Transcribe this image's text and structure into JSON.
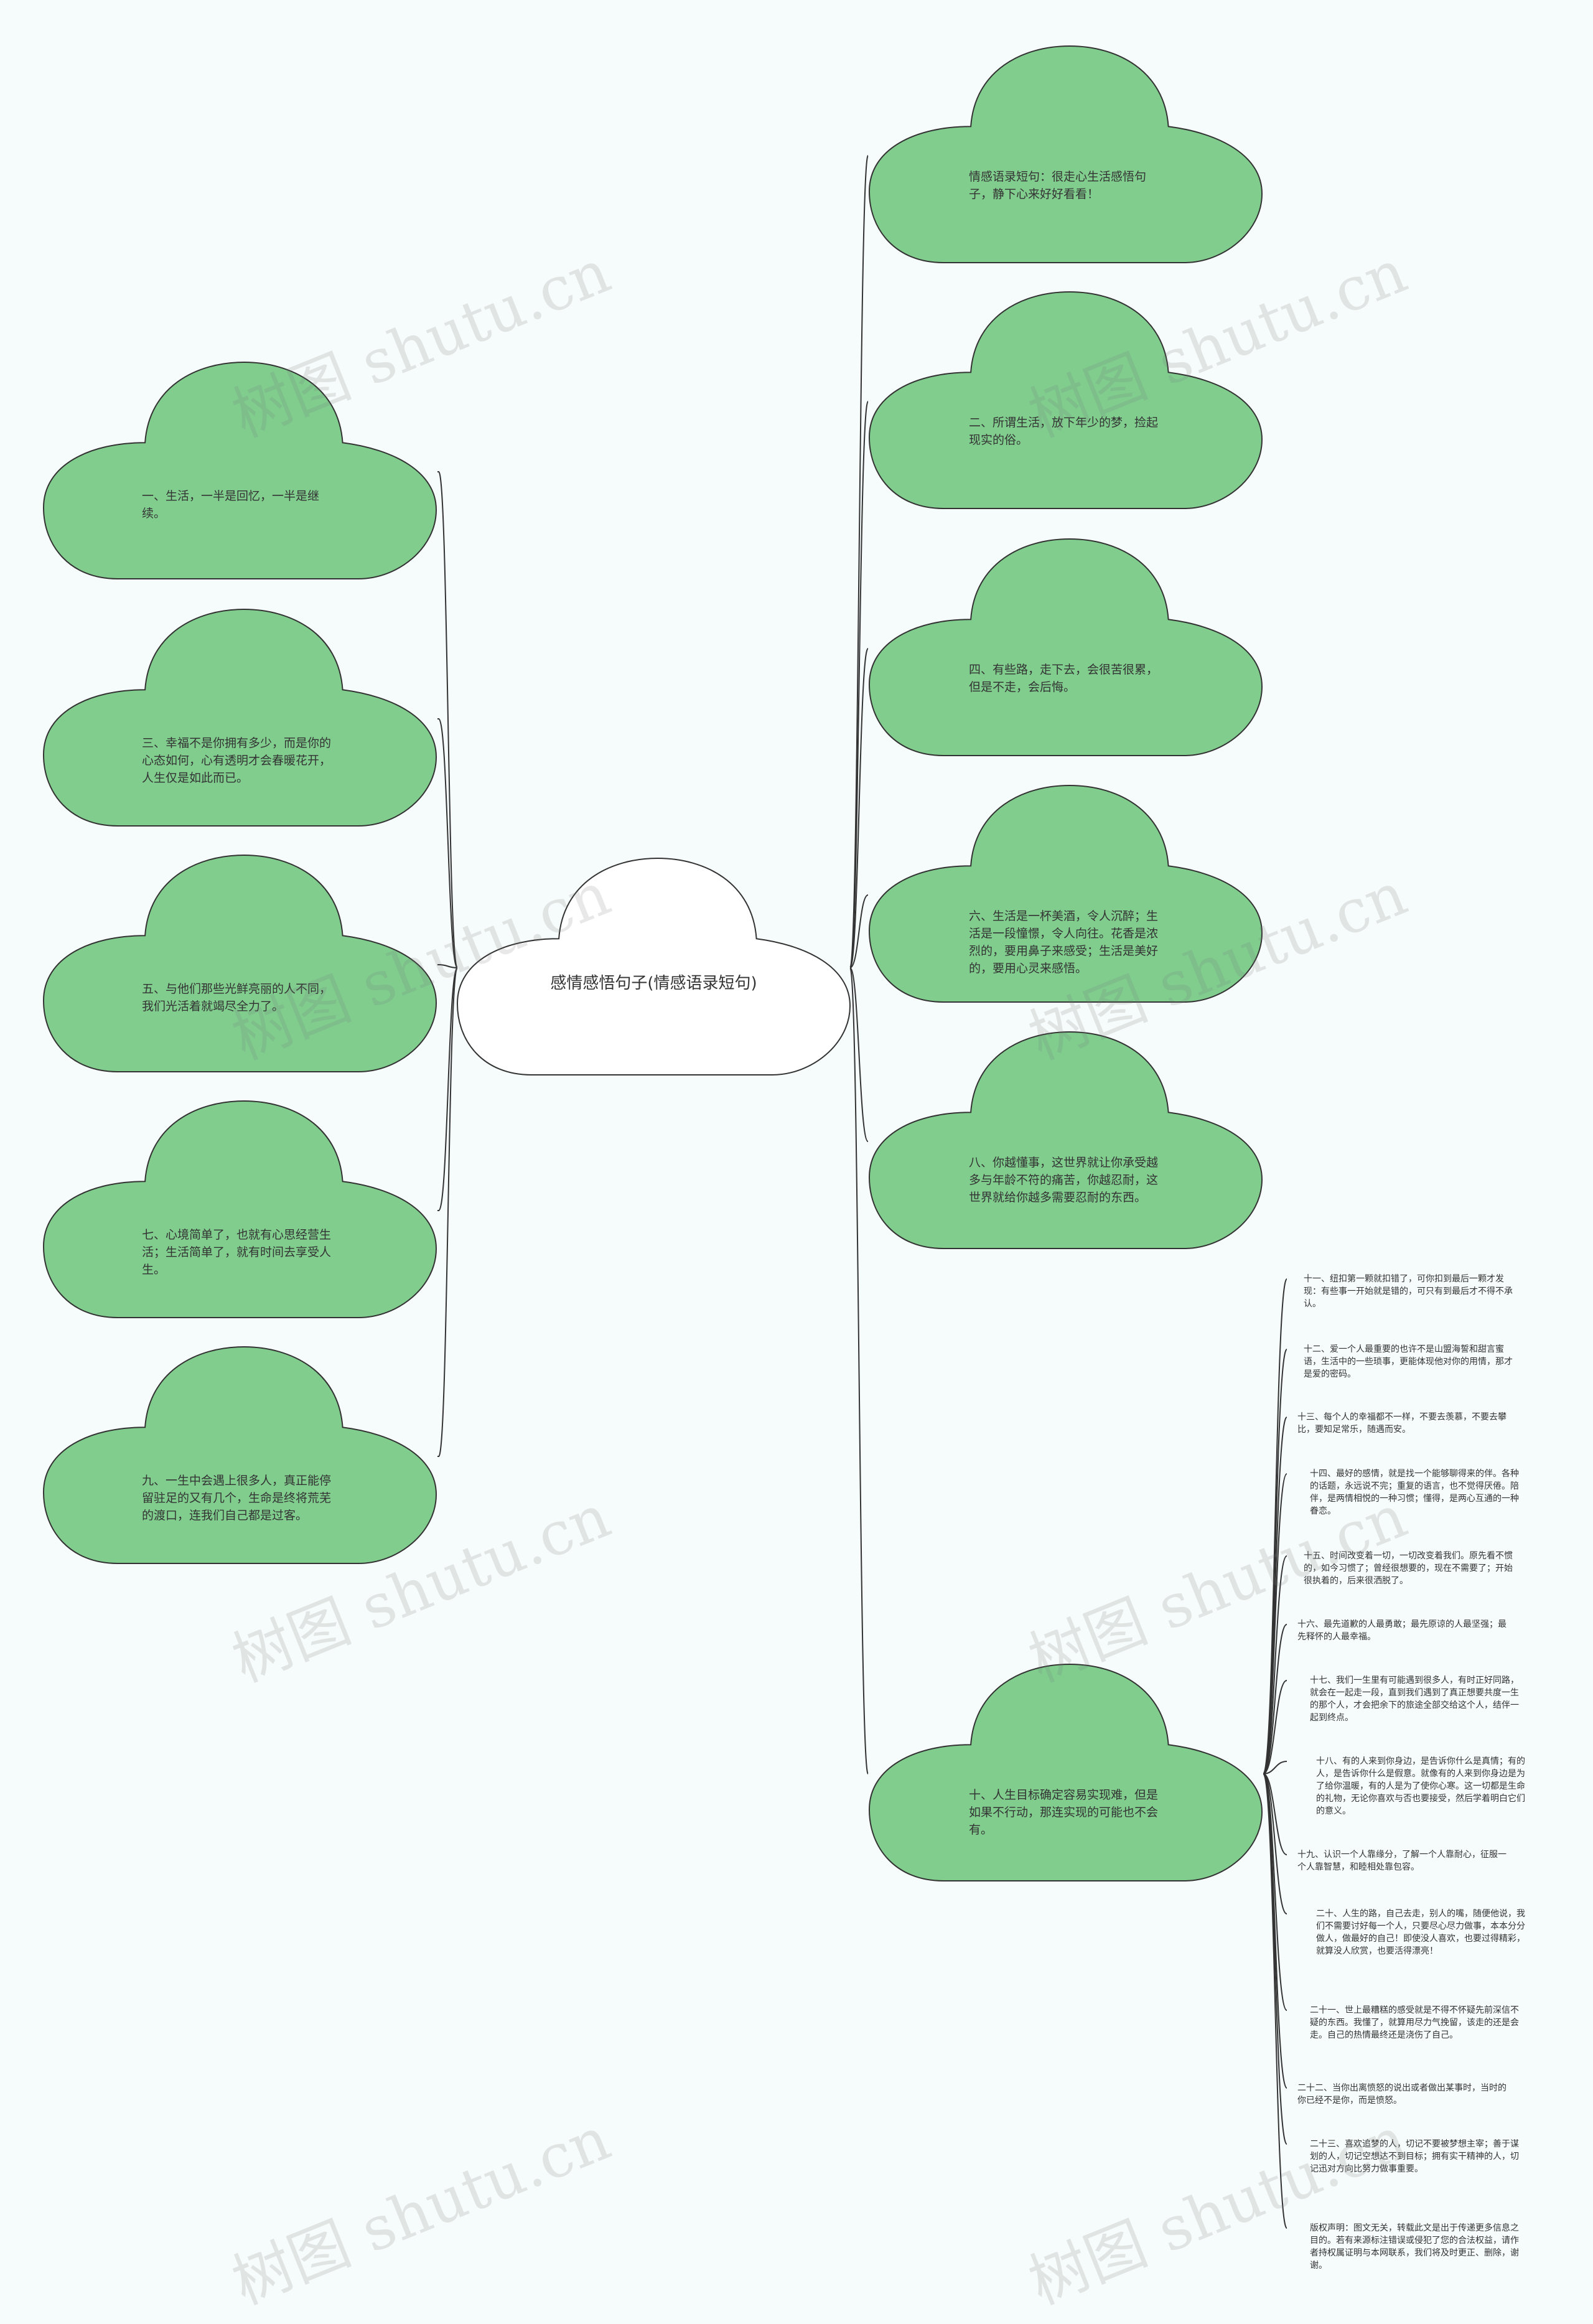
{
  "root": {
    "title": "感情感悟句子(情感语录短句)"
  },
  "left_nodes": [
    {
      "text": "一、生活，一半是回忆，一半是继续。"
    },
    {
      "text": "三、幸福不是你拥有多少，而是你的心态如何，心有透明才会春暖花开，人生仅是如此而已。"
    },
    {
      "text": "五、与他们那些光鲜亮丽的人不同，我们光活着就竭尽全力了。"
    },
    {
      "text": "七、心境简单了，也就有心思经营生活；生活简单了，就有时间去享受人生。"
    },
    {
      "text": "九、一生中会遇上很多人，真正能停留驻足的又有几个，生命是终将荒芜的渡口，连我们自己都是过客。"
    }
  ],
  "right_nodes": [
    {
      "text": "情感语录短句：很走心生活感悟句子，静下心来好好看看！"
    },
    {
      "text": "二、所谓生活，放下年少的梦，捡起现实的俗。"
    },
    {
      "text": "四、有些路，走下去，会很苦很累，但是不走，会后悔。"
    },
    {
      "text": "六、生活是一杯美酒，令人沉醉；生活是一段憧憬，令人向往。花香是浓烈的，要用鼻子来感受；生活是美好的，要用心灵来感悟。"
    },
    {
      "text": "八、你越懂事，这世界就让你承受越多与年龄不符的痛苦，你越忍耐，这世界就给你越多需要忍耐的东西。"
    },
    {
      "text": "十、人生目标确定容易实现难，但是如果不行动，那连实现的可能也不会有。"
    }
  ],
  "leaves": [
    {
      "text": "十一、纽扣第一颗就扣错了，可你扣到最后一颗才发现：有些事一开始就是错的，可只有到最后才不得不承认。"
    },
    {
      "text": "十二、爱一个人最重要的也许不是山盟海誓和甜言蜜语，生活中的一些琐事，更能体现他对你的用情，那才是爱的密码。"
    },
    {
      "text": "十三、每个人的幸福都不一样，不要去羡慕，不要去攀比，要知足常乐，随遇而安。"
    },
    {
      "text": "十四、最好的感情，就是找一个能够聊得来的伴。各种的话题，永远说不完；重复的语言，也不觉得厌倦。陪伴，是两情相悦的一种习惯；懂得，是两心互通的一种眷恋。"
    },
    {
      "text": "十五、时间改变着一切，一切改变着我们。原先看不惯的，如今习惯了；曾经很想要的，现在不需要了；开始很执着的，后来很洒脱了。"
    },
    {
      "text": "十六、最先道歉的人最勇敢；最先原谅的人最坚强；最先释怀的人最幸福。"
    },
    {
      "text": "十七、我们一生里有可能遇到很多人，有时正好同路，就会在一起走一段，直到我们遇到了真正想要共度一生的那个人，才会把余下的旅途全部交给这个人，结伴一起到终点。"
    },
    {
      "text": "十八、有的人来到你身边，是告诉你什么是真情；有的人，是告诉你什么是假意。就像有的人来到你身边是为了给你温暖，有的人是为了使你心寒。这一切都是生命的礼物，无论你喜欢与否也要接受，然后学着明白它们的意义。"
    },
    {
      "text": "十九、认识一个人靠缘分，了解一个人靠耐心，征服一个人靠智慧，和睦相处靠包容。"
    },
    {
      "text": "二十、人生的路，自己去走，别人的嘴，随便他说，我们不需要讨好每一个人，只要尽心尽力做事，本本分分做人，做最好的自己！即使没人喜欢，也要过得精彩，就算没人欣赏，也要活得漂亮！"
    },
    {
      "text": "二十一、世上最糟糕的感受就是不得不怀疑先前深信不疑的东西。我懂了，就算用尽力气挽留，该走的还是会走。自己的热情最终还是浇伤了自己。"
    },
    {
      "text": "二十二、当你出离愤怒的说出或者做出某事时，当时的你已经不是你，而是愤怒。"
    },
    {
      "text": "二十三、喜欢追梦的人，切记不要被梦想主宰；善于谋划的人，切记空想达不到目标；拥有实干精神的人，切记迅对方向比努力做事重要。"
    },
    {
      "text": "版权声明：图文无关，转载此文是出于传递更多信息之目的。若有来源标注错误或侵犯了您的合法权益，请作者持权属证明与本网联系，我们将及时更正、删除，谢谢。"
    }
  ],
  "watermarks": [
    "树图 shutu.cn",
    "树图 shutu.cn",
    "树图 shutu.cn",
    "树图 shutu.cn",
    "树图 shutu.cn",
    "树图 shutu.cn",
    "树图 shutu.cn",
    "树图 shutu.cn"
  ],
  "colors": {
    "cloud_fill": "#80cd8e",
    "cloud_stroke": "#333333",
    "root_fill": "#ffffff",
    "connector": "#333333",
    "background": "#f6fcfb"
  }
}
